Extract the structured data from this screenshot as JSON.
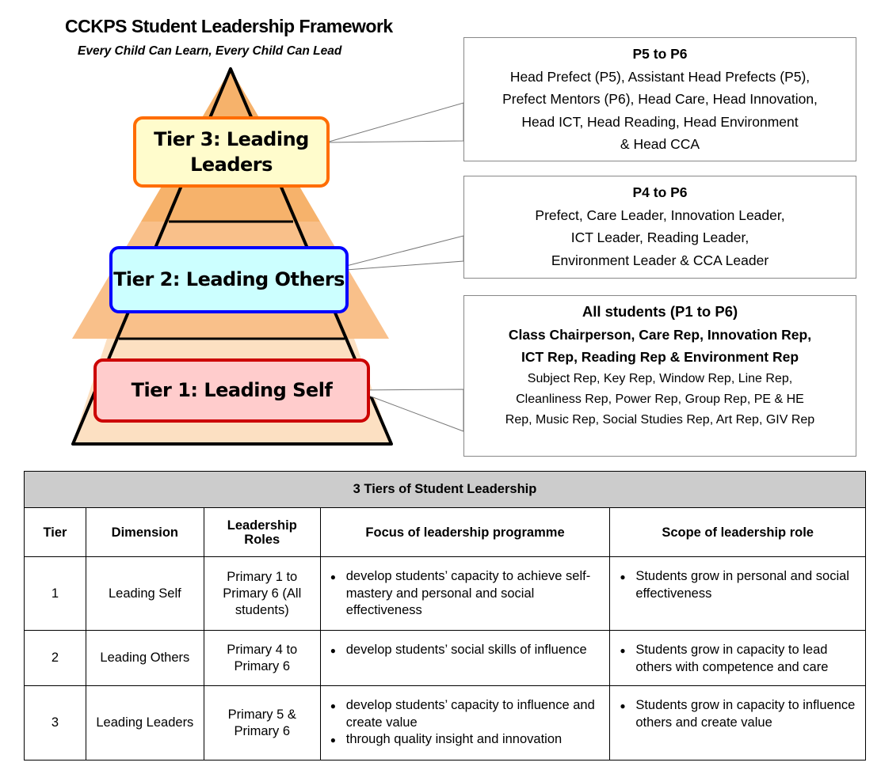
{
  "title": "CCKPS Student Leadership Framework",
  "subtitle": "Every Child Can Learn, Every Child Can Lead",
  "tiers": [
    {
      "label": "Tier 3: Leading Leaders",
      "color": "#ff6d01",
      "fill": "#fffccc"
    },
    {
      "label": "Tier 2: Leading Others",
      "color": "#0000ff",
      "fill": "#ccffff"
    },
    {
      "label": "Tier 1: Leading Self",
      "color": "#cc0000",
      "fill": "#ffcccc"
    }
  ],
  "callouts": {
    "tier3": {
      "heading": "P5 to P6",
      "lines": [
        "Head Prefect (P5), Assistant Head Prefects (P5),",
        "Prefect Mentors (P6), Head Care, Head Innovation,",
        "Head ICT, Head Reading, Head Environment",
        "& Head CCA"
      ]
    },
    "tier2": {
      "heading": "P4 to P6",
      "lines": [
        "Prefect, Care Leader, Innovation Leader,",
        "ICT Leader, Reading Leader,",
        "Environment Leader & CCA Leader"
      ]
    },
    "tier1": {
      "heading": "All students (P1 to P6)",
      "bold_lines": [
        "Class Chairperson, Care Rep, Innovation Rep,",
        "ICT Rep, Reading Rep & Environment Rep"
      ],
      "lines": [
        "Subject Rep, Key Rep, Window Rep, Line Rep,",
        "Cleanliness Rep, Power Rep, Group Rep, PE & HE",
        "Rep, Music Rep, Social Studies Rep, Art Rep, GIV Rep"
      ]
    }
  },
  "table": {
    "caption": "3 Tiers of Student Leadership",
    "headers": [
      "Tier",
      "Dimension",
      "Leadership Roles",
      "Focus of leadership programme",
      "Scope of leadership role"
    ],
    "rows": [
      {
        "tier": "1",
        "dimension": "Leading Self",
        "roles": "Primary 1 to Primary 6 (All students)",
        "focus": [
          "develop students’ capacity to achieve self-mastery and personal and social effectiveness"
        ],
        "scope": [
          "Students grow in personal and social effectiveness"
        ]
      },
      {
        "tier": "2",
        "dimension": "Leading Others",
        "roles": "Primary 4 to Primary 6",
        "focus": [
          "develop students’ social skills of influence"
        ],
        "scope": [
          "Students grow in capacity to lead others with competence and care"
        ]
      },
      {
        "tier": "3",
        "dimension": "Leading Leaders",
        "roles": "Primary 5 & Primary 6",
        "focus": [
          "develop students’ capacity to influence and create value",
          "through quality insight and innovation"
        ],
        "scope": [
          "Students grow in capacity to influence others and create value"
        ]
      }
    ]
  }
}
